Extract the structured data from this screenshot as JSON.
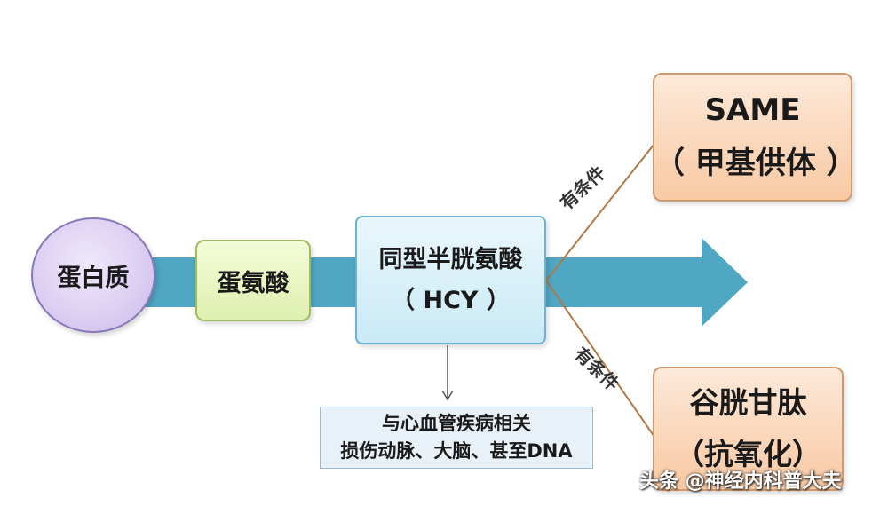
{
  "nodes": {
    "protein": "蛋白质",
    "methionine": "蛋氨酸",
    "hcy": {
      "line1": "同型半胱氨酸",
      "line2": "（ HCY ）"
    },
    "same": {
      "line1": "SAME",
      "line2": "（ 甲基供体 ）"
    },
    "glutathione": {
      "line1": "谷胱甘肽",
      "line2": "（抗氧化）"
    },
    "note": {
      "line1": "与心血管疾病相关",
      "line2": "损伤动脉、大脑、甚至DNA"
    }
  },
  "conditions": {
    "upper": "有条件",
    "lower": "有条件"
  },
  "watermark": "头条 @神经内科普大夫",
  "colors": {
    "main_arrow": "#4fa7c4",
    "branch_line": "#b07a45",
    "down_arrow": "#555555"
  }
}
